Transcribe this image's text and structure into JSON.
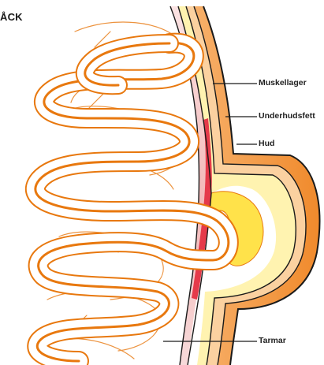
{
  "title_fragment": "ÅCK",
  "labels": {
    "muskellager": "Muskellager",
    "underhudsfett": "Underhudsfett",
    "hud": "Hud",
    "tarmar": "Tarmar"
  },
  "colors": {
    "intestine_stroke": "#e8780e",
    "skin_outer": "#f08a2c",
    "skin_band": "#f7b06a",
    "fat": "#fff3b0",
    "fat_bulge": "#ffe24a",
    "muscle": "#e53a4a",
    "muscle_light": "#f6c6c6",
    "line": "#1a1a1a"
  }
}
